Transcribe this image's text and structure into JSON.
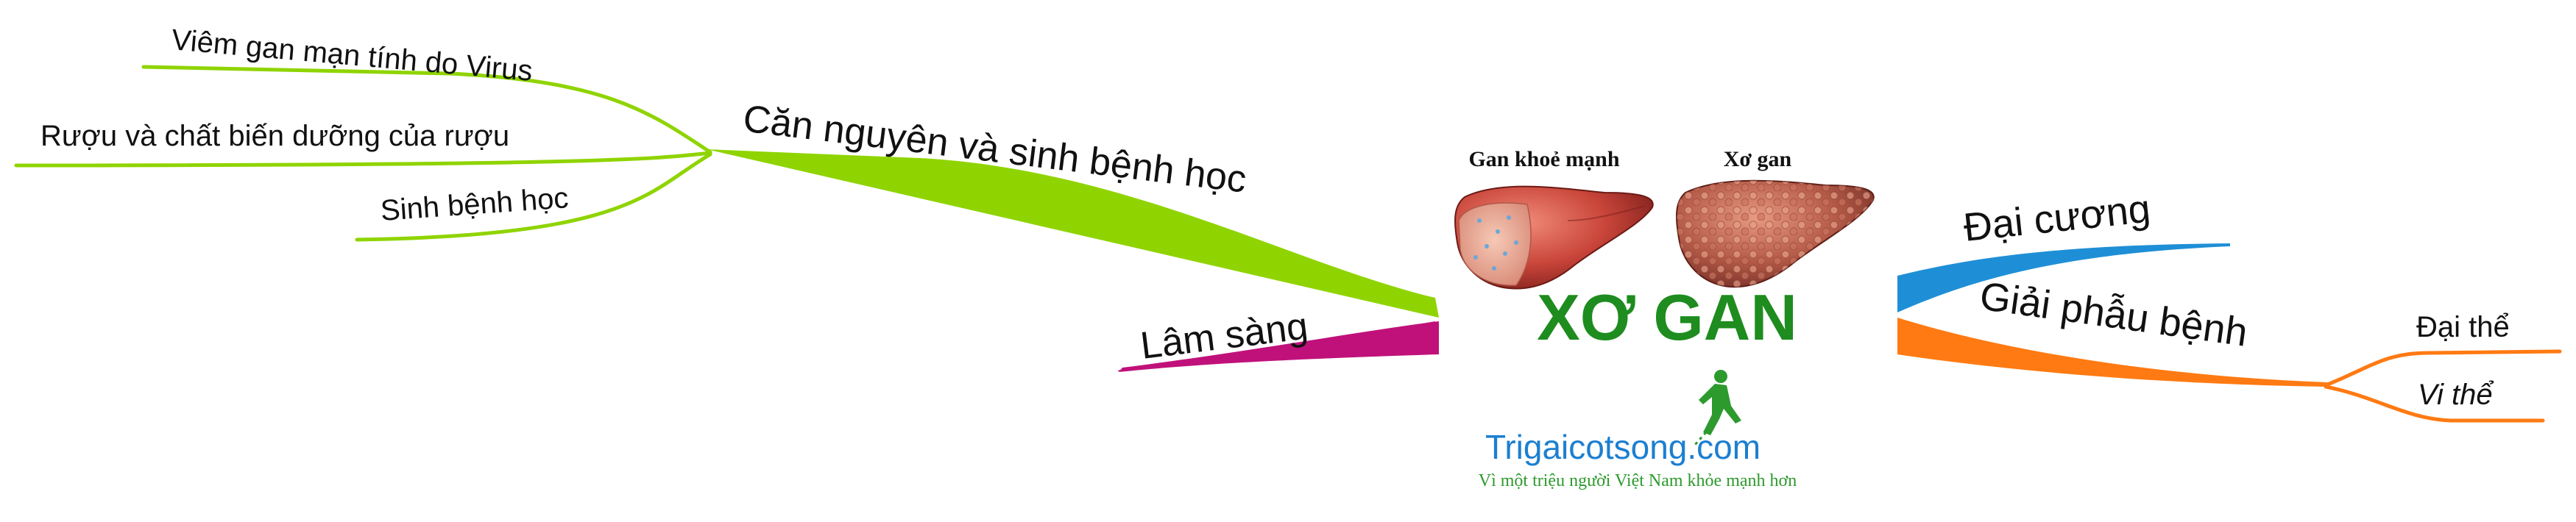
{
  "central": {
    "title": "XƠ GAN",
    "healthy_label": "Gan khoẻ mạnh",
    "cirrhosis_label": "Xơ gan",
    "logo_text": "Trigaicotsong.com",
    "logo_tagline": "Vì một triệu người Việt Nam khỏe mạnh hơn"
  },
  "branches": {
    "etiology": {
      "label": "Căn nguyên và sinh bệnh học",
      "children": [
        "Viêm gan mạn tính do Virus",
        "Rượu và chất biến dưỡng của rượu",
        "Sinh bệnh học"
      ]
    },
    "clinical": {
      "label": "Lâm sàng"
    },
    "overview": {
      "label": "Đại cương"
    },
    "pathology": {
      "label": "Giải phẫu bệnh",
      "children": [
        "Đại thể",
        "Vi thể"
      ]
    }
  },
  "colors": {
    "etiology": "#8fd400",
    "clinical": "#c0117a",
    "overview": "#1e8fd6",
    "pathology": "#ff7a12",
    "title": "#1e8c1e",
    "logo_blue": "#1c7fd0",
    "logo_green": "#2d9a2d"
  },
  "icons": [
    "healthy-liver-illustration",
    "cirrhotic-liver-illustration",
    "runner-icon"
  ]
}
